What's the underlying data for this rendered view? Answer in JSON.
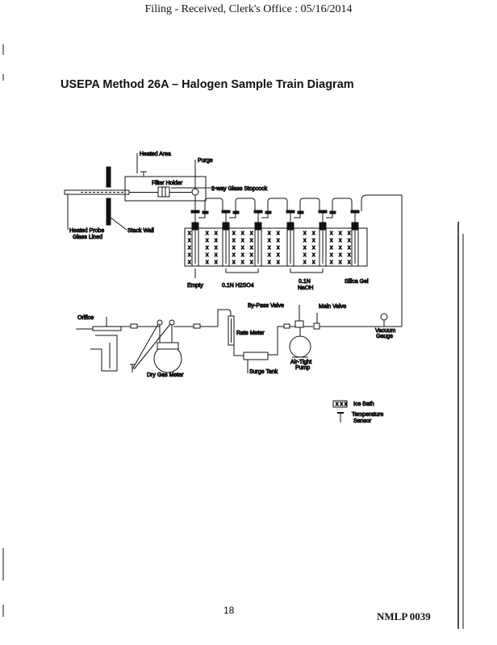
{
  "header": "Filing - Received,  Clerk's  Office  : 05/16/2014",
  "title": "USEPA Method 26A – Halogen Sample Train Diagram",
  "labels": {
    "heated_area": "Heated Area",
    "purge": "Purge",
    "filter_holder": "Filter Holder",
    "stopcock": "2-way Glass Stopcock",
    "probe_1": "Heated Probe",
    "probe_2": "Glass Lined",
    "stack_wall": "Stack Wall",
    "empty": "Empty",
    "h2so4": "0.1N H2SO4",
    "naoh_1": "0.1N",
    "naoh_2": "NaOH",
    "silica_gel": "Silica Gel",
    "orifice": "Orifice",
    "bypass_valve": "By-Pass Valve",
    "main_valve": "Main Valve",
    "vacuum_1": "Vacuum",
    "vacuum_2": "Gauge",
    "rate_meter": "Rate Meter",
    "surge_tank": "Surge Tank",
    "pump_1": "Air-Tight",
    "pump_2": "Pump",
    "dry_gas_meter": "Dry Gas Meter"
  },
  "legend": {
    "ice_bath": "Ice Bath",
    "temp_1": "Temperature",
    "temp_2": "Sensor"
  },
  "page_number": "18",
  "bates": "NMLP 0039"
}
